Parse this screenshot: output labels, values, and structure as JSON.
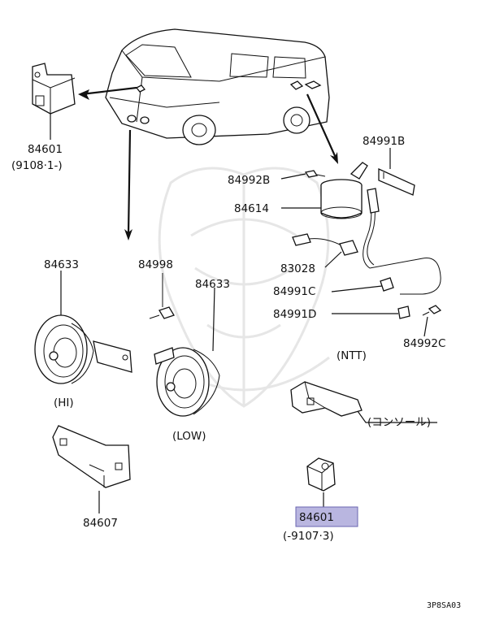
{
  "labels": {
    "l_84601_top": "84601",
    "l_84601_top_note": "(9108·1-)",
    "l_84991b": "84991B",
    "l_84992b": "84992B",
    "l_84614": "84614",
    "l_84633_left": "84633",
    "l_84998": "84998",
    "l_84633_right": "84633",
    "l_83028": "83028",
    "l_84991c": "84991C",
    "l_84991d": "84991D",
    "l_84992c": "84992C",
    "l_ntt": "(NTT)",
    "l_hi": "(HI)",
    "l_low": "(LOW)",
    "l_console": "(コンソール)",
    "l_84607": "84607",
    "l_84601_bottom": "84601",
    "l_84601_bottom_note": "(-9107·3)",
    "l_code": "3P8SA03"
  },
  "colors": {
    "highlight_fill": "#b9b6e0",
    "line": "#111111",
    "watermark": "#e6e6e6"
  }
}
